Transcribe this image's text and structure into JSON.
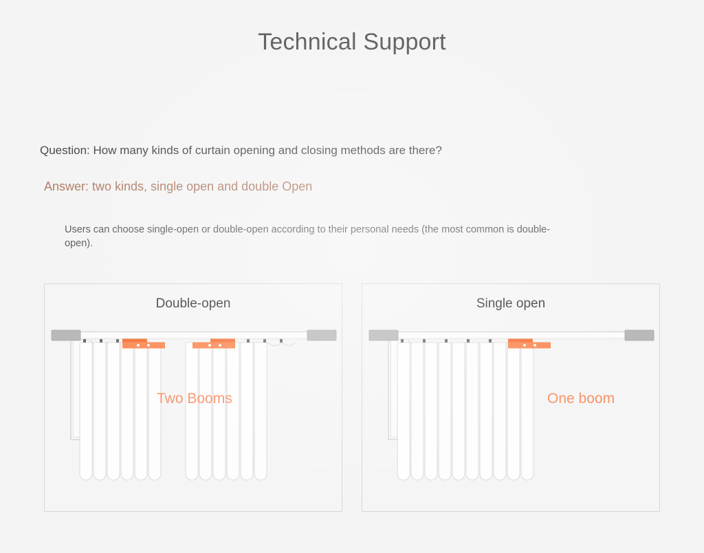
{
  "header": {
    "title": "Technical Support"
  },
  "qa": {
    "question": "Question: How many kinds of curtain opening and closing methods are there?",
    "answer": "Answer: two kinds, single open and double Open",
    "note": "Users can choose single-open or double-open according to their personal needs (the most common is double-open)."
  },
  "panels": [
    {
      "id": "double-open",
      "title": "Double-open",
      "boom_label": "Two Booms",
      "icons": {
        "rail": "curtain-rail-icon",
        "bracket_left": "rail-bracket-left-icon",
        "bracket_right": "rail-bracket-right-icon",
        "motor_left": "boom-motor-left-icon",
        "motor_right": "boom-motor-right-icon",
        "window_frame": "window-frame-icon",
        "curtain_left": "curtain-panel-left-icon",
        "curtain_right": "curtain-panel-right-icon"
      }
    },
    {
      "id": "single-open",
      "title": "Single open",
      "boom_label": "One boom",
      "icons": {
        "rail": "curtain-rail-icon",
        "bracket_left": "rail-bracket-left-icon",
        "bracket_right": "rail-bracket-right-icon",
        "motor_right": "boom-motor-right-icon",
        "window_frame": "window-frame-icon",
        "curtain": "curtain-panel-icon"
      }
    }
  ],
  "colors": {
    "background": "#f4f4f4",
    "title_text": "#5b5b5b",
    "question_text": "#4a4a4a",
    "answer_text": "#b07f68",
    "note_text": "#5d5d5d",
    "boom_label": "#f79267",
    "accent_orange": "#f4733a",
    "accent_orange_light": "#fb8a55",
    "rail_gray": "#b3b3b3",
    "panel_border": "#d8d8d8",
    "curtain_fill": "#fefefe",
    "curtain_stroke": "#dcdcdc"
  }
}
